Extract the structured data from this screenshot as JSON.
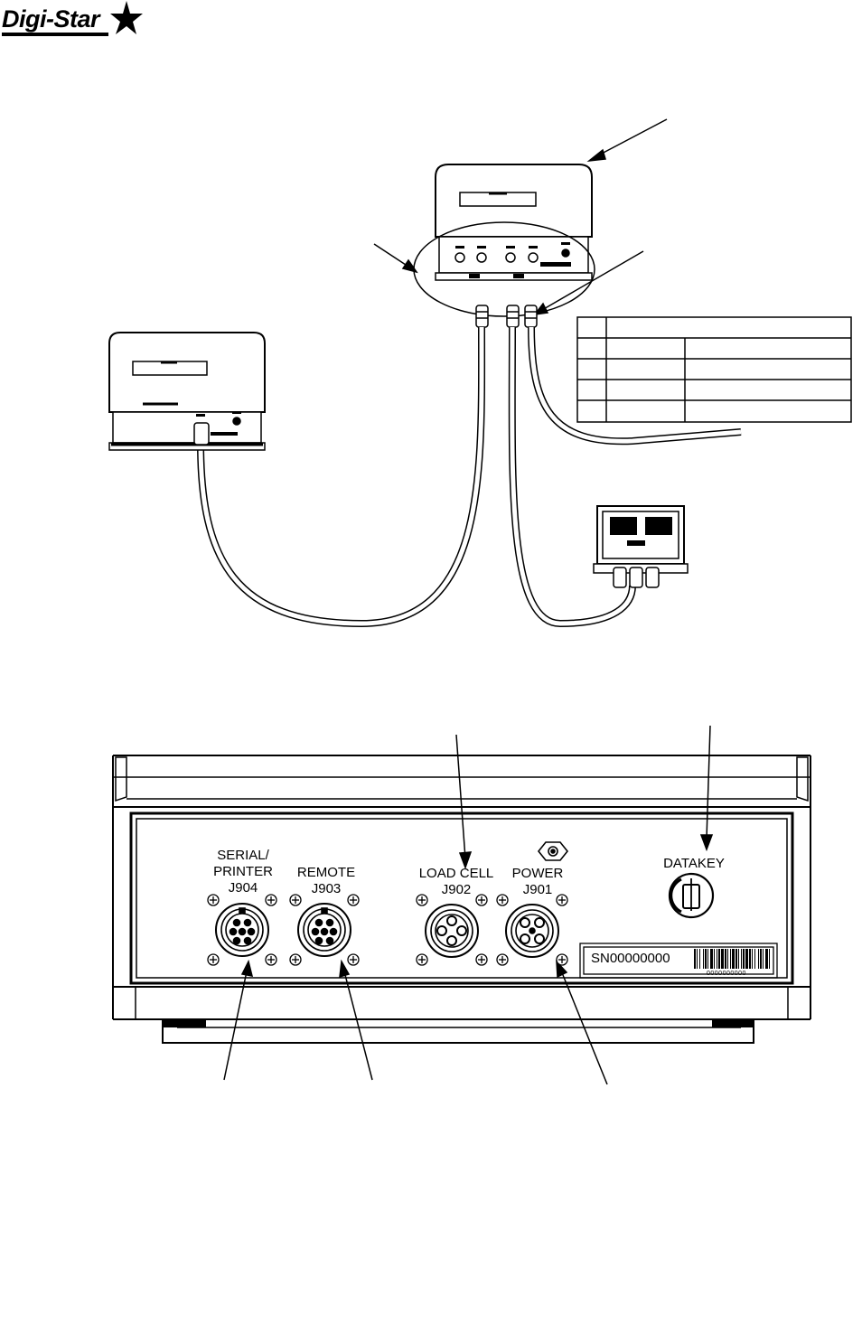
{
  "logo": {
    "text": "Digi-Star"
  },
  "connectors": {
    "serial": {
      "name": "SERIAL/",
      "name2": "PRINTER",
      "id": "J904"
    },
    "remote": {
      "name": "REMOTE",
      "id": "J903"
    },
    "load_cell": {
      "name": "LOAD CELL",
      "id": "J902"
    },
    "power": {
      "name": "POWER",
      "id": "J901"
    },
    "datakey": {
      "name": "DATAKEY"
    }
  },
  "serial_number": "SN00000000",
  "barcode_caption": "0000000000",
  "colors": {
    "ink": "#000000",
    "paper": "#ffffff",
    "cable_fill": "#ffffff"
  }
}
